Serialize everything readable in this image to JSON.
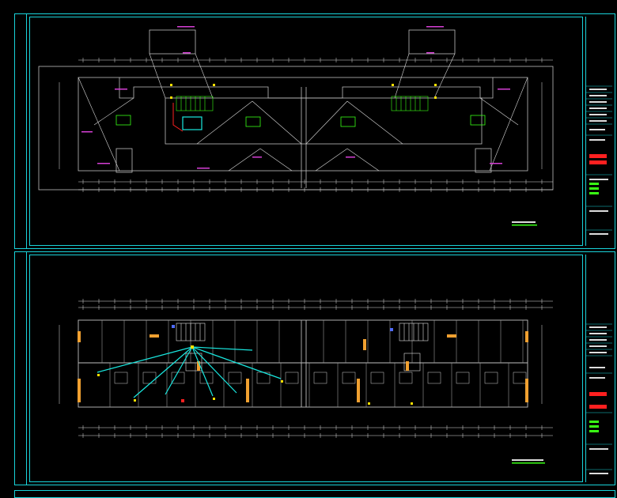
{
  "sheets": [
    {
      "id": "roof-plan",
      "caption": ""
    },
    {
      "id": "floor-plan",
      "caption": "",
      "scale_badge": ""
    }
  ],
  "colors": {
    "frame": "#19d3da",
    "walls": "#bfbfbf",
    "dim_lines": "#e0e0e0",
    "annotation": "#d63fd6",
    "highlight": "#39ff14",
    "yellow": "#ffe000",
    "cyan_links": "#19e8e0",
    "orange": "#f0a030",
    "red": "#ff2020"
  },
  "title_block": {
    "red_tags": 2,
    "green_tags": 3
  }
}
